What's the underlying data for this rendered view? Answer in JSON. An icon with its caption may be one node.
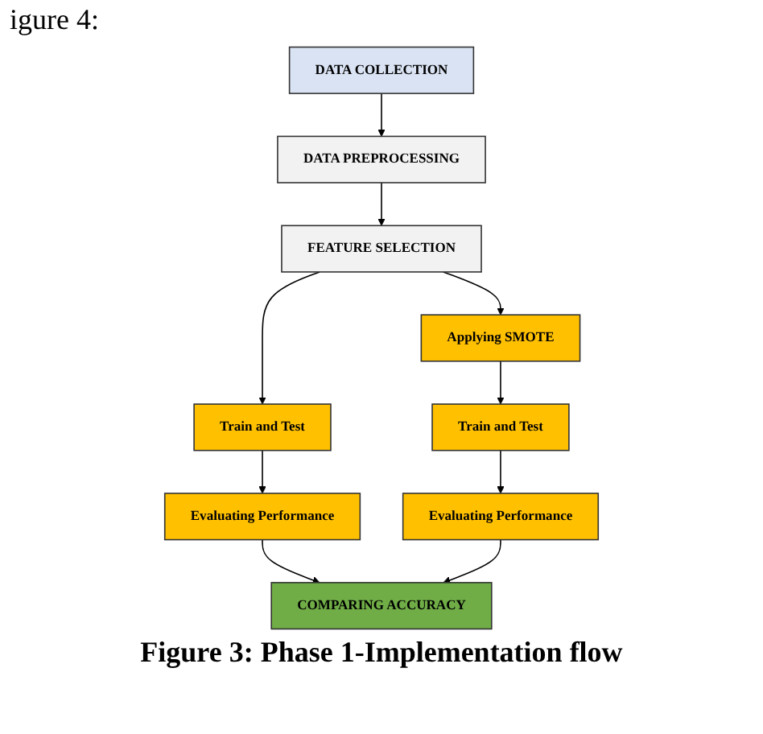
{
  "diagram": {
    "caption": "Figure 3: Phase 1-Implementation flow",
    "nodes": [
      {
        "text": [
          "DATA COLLECTION"
        ]
      },
      {
        "text": [
          "DATA PREPROCESSING"
        ]
      },
      {
        "text": [
          "FEATURE SELECTION"
        ]
      },
      {
        "text": [
          "Train and Test"
        ]
      },
      {
        "text": [
          "Evaluating Performance"
        ]
      },
      {
        "text": [
          "Applying SMOTE"
        ]
      },
      {
        "text": [
          "Train and Test"
        ]
      },
      {
        "text": [
          "Evaluating Performance"
        ]
      },
      {
        "text": [
          "COMPARING ACCURACY"
        ]
      }
    ],
    "edges": [
      {
        "from": 0,
        "to": 1,
        "arrow": "to"
      },
      {
        "from": 1,
        "to": 2,
        "arrow": "to"
      },
      {
        "from": 2,
        "to": 3,
        "arrow": "to"
      },
      {
        "from": 2,
        "to": 5,
        "arrow": "to"
      },
      {
        "from": 3,
        "to": 4,
        "arrow": "to"
      },
      {
        "from": 5,
        "to": 6,
        "arrow": "to"
      },
      {
        "from": 6,
        "to": 7,
        "arrow": "to"
      },
      {
        "from": 4,
        "to": 8,
        "arrow": "to"
      },
      {
        "from": 7,
        "to": 8,
        "arrow": "to"
      }
    ],
    "labels": [
      "igure 4:"
    ]
  }
}
